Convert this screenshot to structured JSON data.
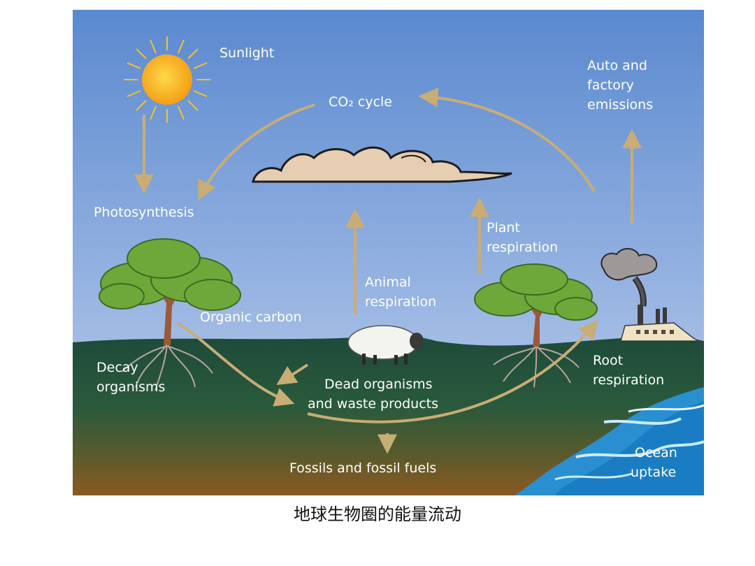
{
  "diagram": {
    "labels": {
      "sunlight": "Sunlight",
      "co2_cycle": "CO₂ cycle",
      "auto_emissions_1": "Auto and",
      "auto_emissions_2": "factory",
      "auto_emissions_3": "emissions",
      "photosynthesis": "Photosynthesis",
      "plant_respiration_1": "Plant",
      "plant_respiration_2": "respiration",
      "animal_respiration_1": "Animal",
      "animal_respiration_2": "respiration",
      "organic_carbon": "Organic carbon",
      "decay_1": "Decay",
      "decay_2": "organisms",
      "dead_1": "Dead organisms",
      "dead_2": "and waste products",
      "root_1": "Root",
      "root_2": "respiration",
      "fossils": "Fossils and fossil fuels",
      "ocean_1": "Ocean",
      "ocean_2": "uptake"
    },
    "colors": {
      "sky_top": "#5a89cf",
      "sky_bottom": "#a6bee6",
      "soil_top": "#1e4a3a",
      "soil_bottom": "#8a5a22",
      "arrow": "#c9ad74",
      "sun": "#f6b51c",
      "cloud": "#e7cdb1",
      "foliage": "#6fa83a",
      "trunk": "#9a5a3a",
      "ocean": "#2a8fd0"
    }
  },
  "caption": "地球生物圈的能量流动"
}
